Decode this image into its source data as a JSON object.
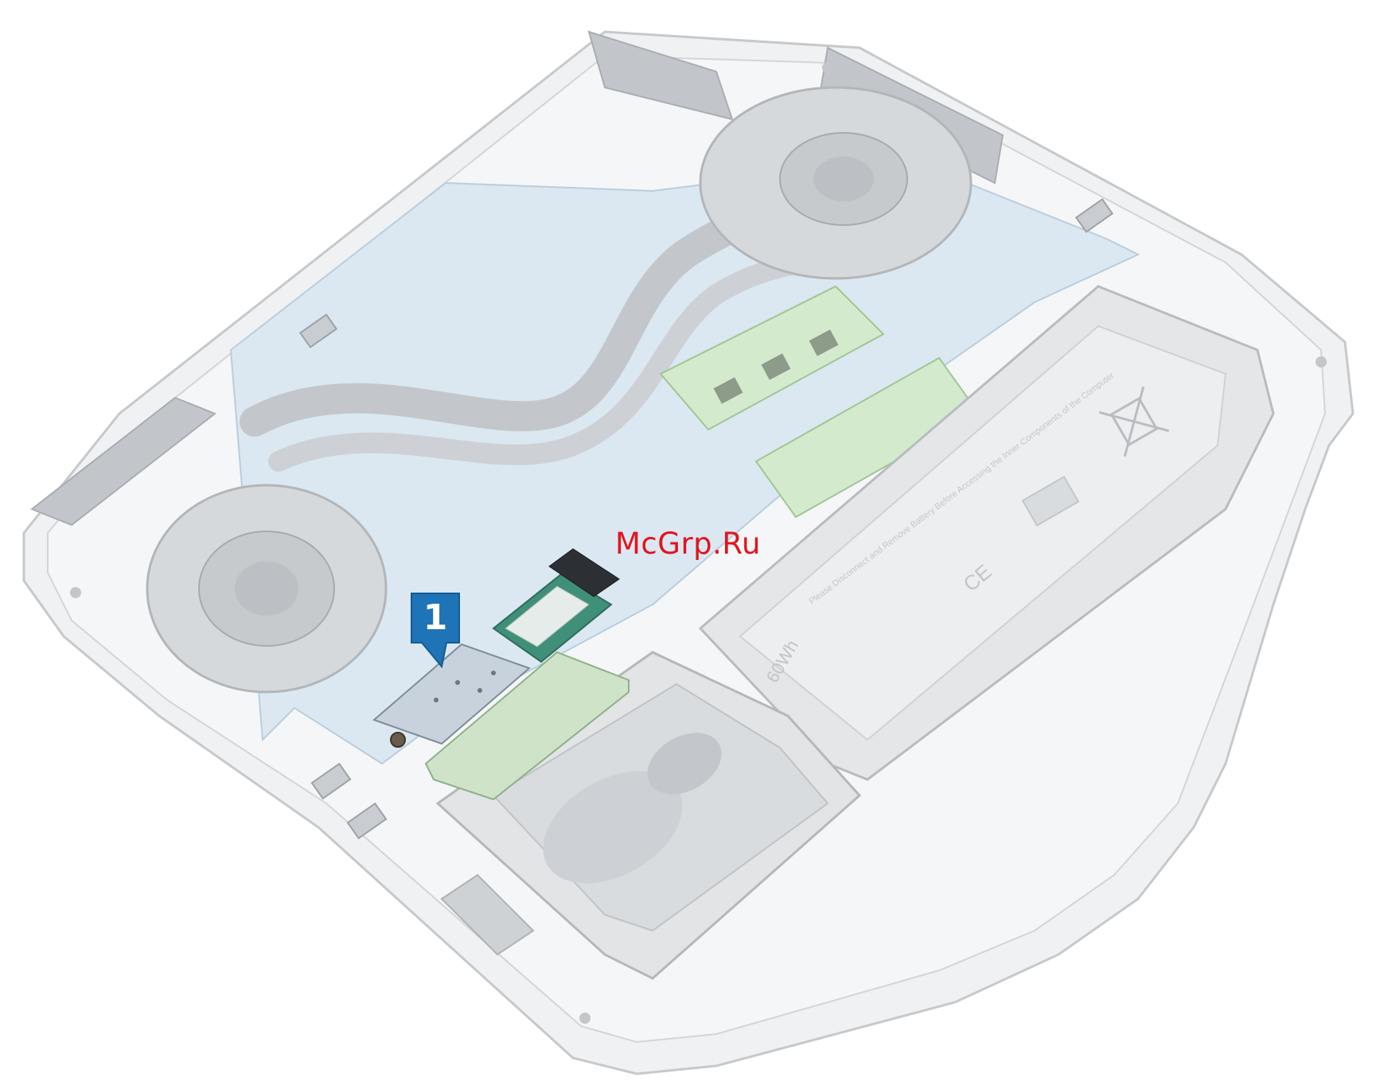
{
  "watermark": {
    "text": "McGrp.Ru",
    "color": "#e3131c"
  },
  "callout": {
    "number": "1",
    "color": "#1f73b7"
  },
  "labels": {
    "battery_capacity": "60Wh",
    "battery_ce_mark": "CE",
    "battery_warning": "Please Disconnect and Remove Battery Before Accessing the Inner Components of the Computer"
  },
  "icons": [
    "fan-icon",
    "screw-icon",
    "recycle-bin-crossed-icon",
    "qr-code-icon"
  ],
  "colors": {
    "chassis": "#f1f2f3",
    "chassis_edge": "#c9cbce",
    "board": "#d7e6f2",
    "ram": "#cfe8c8",
    "ssd": "#3f8f79",
    "shield": "#c8d2dc",
    "heatsink": "#bfc3c7"
  }
}
